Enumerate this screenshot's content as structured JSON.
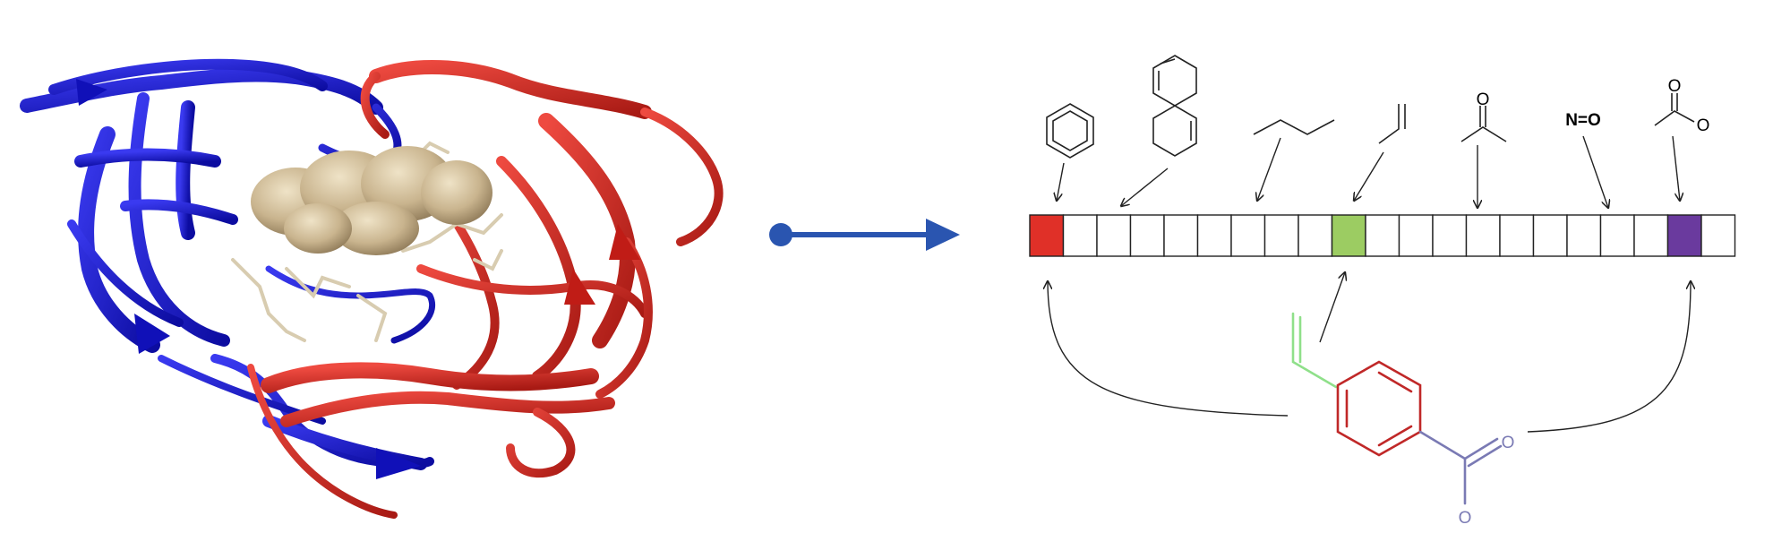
{
  "colors": {
    "chain_a": "#1515c8",
    "chain_b": "#d22a22",
    "ligand_surface": "#c9b48e",
    "arrow": "#2a55b0",
    "bit_red": "#e03028",
    "bit_green": "#9ccc62",
    "bit_purple": "#6a3a9e",
    "fragment_vinyl": "#8fe08a",
    "fragment_ring": "#c02828",
    "fragment_carboxyl": "#7a7ab4"
  },
  "protein": {
    "icon": "protein-ligand-complex-icon"
  },
  "fingerprint": {
    "bit_count": 21,
    "highlighted_bits": [
      {
        "index": 0,
        "color_key": "bit_red"
      },
      {
        "index": 9,
        "color_key": "bit_green"
      },
      {
        "index": 19,
        "color_key": "bit_purple"
      }
    ],
    "substructures": [
      {
        "name": "benzene",
        "label": ""
      },
      {
        "name": "naphthalene",
        "label": ""
      },
      {
        "name": "butane",
        "label": ""
      },
      {
        "name": "propene",
        "label": ""
      },
      {
        "name": "acetyl",
        "label": "O"
      },
      {
        "name": "nitroso",
        "label": "N=O"
      },
      {
        "name": "carboxyl",
        "label_top": "O",
        "label_side": "O"
      }
    ]
  },
  "molecule": {
    "label_o_right": "O",
    "label_o_bottom": "O"
  }
}
